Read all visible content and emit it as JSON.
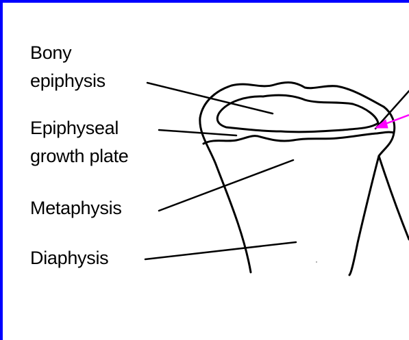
{
  "labels": {
    "bony": "Bony",
    "epiphysis": "epiphysis",
    "epiphyseal": "Epiphyseal",
    "growth_plate": "growth plate",
    "metaphysis": "Metaphysis",
    "diaphysis": "Diaphysis"
  },
  "colors": {
    "frame_border": "#0000ff",
    "line": "#000000",
    "arrow": "#ff00ff",
    "background": "#ffffff"
  }
}
